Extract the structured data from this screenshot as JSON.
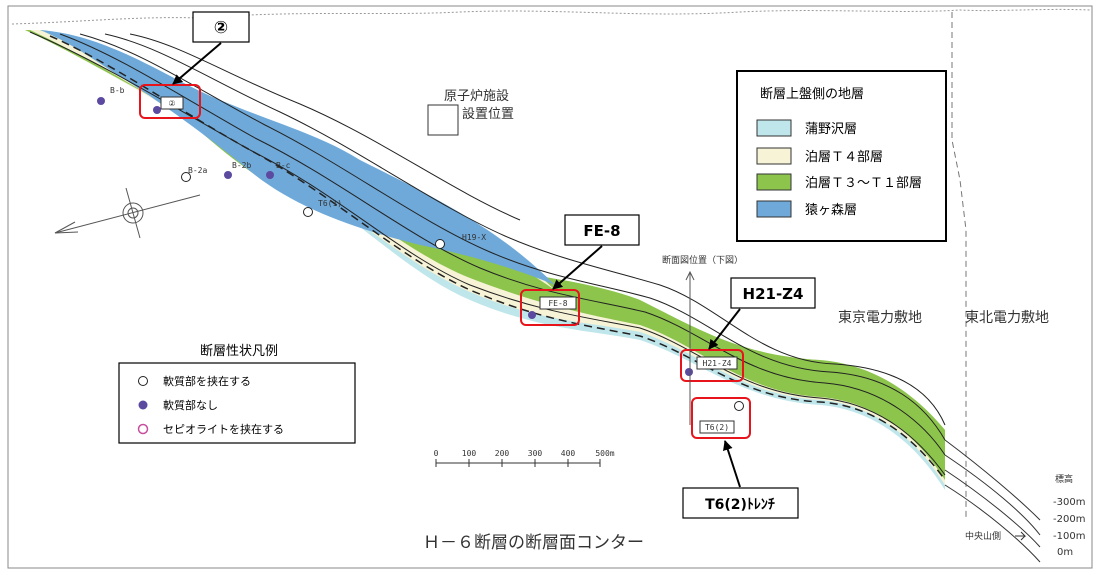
{
  "figure": {
    "title": "Ｈ－６断層の断層面コンター",
    "reactor_label_line1": "原子炉施設",
    "reactor_label_line2": "設置位置",
    "section_position": "断面図位置（下図）",
    "tepco_site": "東京電力敷地",
    "tohoku_site": "東北電力敷地",
    "elevation_title": "標高",
    "elevation_ticks": [
      "-300m",
      "-200m",
      "-100m",
      "0m"
    ],
    "central_mountain_side": "中央山側",
    "scale_ticks": [
      "0",
      "100",
      "200",
      "300",
      "400",
      "500m"
    ]
  },
  "legend_strata": {
    "title": "断層上盤側の地層",
    "items": [
      {
        "label": "蒲野沢層",
        "color": "#bfe6ea"
      },
      {
        "label": "泊層Ｔ４部層",
        "color": "#f6f3d6"
      },
      {
        "label": "泊層Ｔ３～Ｔ１部層",
        "color": "#8cc44c"
      },
      {
        "label": "猿ヶ森層",
        "color": "#6ea9d9"
      }
    ]
  },
  "legend_fault": {
    "title": "断層性状凡例",
    "items": [
      {
        "label": "軟質部を挟在する",
        "marker": "open-circle"
      },
      {
        "label": "軟質部なし",
        "marker": "filled-circle"
      },
      {
        "label": "セピオライトを挟在する",
        "marker": "pink-circle"
      }
    ]
  },
  "callouts": [
    {
      "label": "②"
    },
    {
      "label": "FE-8"
    },
    {
      "label": "H21-Z4"
    },
    {
      "label": "T6(2)ﾄﾚﾝﾁ"
    }
  ],
  "point_labels": [
    "B-b",
    "②",
    "B-2a",
    "B-2b",
    "B-c",
    "T6(1)",
    "H19-X",
    "FE-8",
    "H21-Z4",
    "T6(2)"
  ],
  "colors": {
    "highlight": "#e8141c",
    "filled_marker": "#5b4aa0",
    "sepiolite_marker": "#c74f9f"
  }
}
